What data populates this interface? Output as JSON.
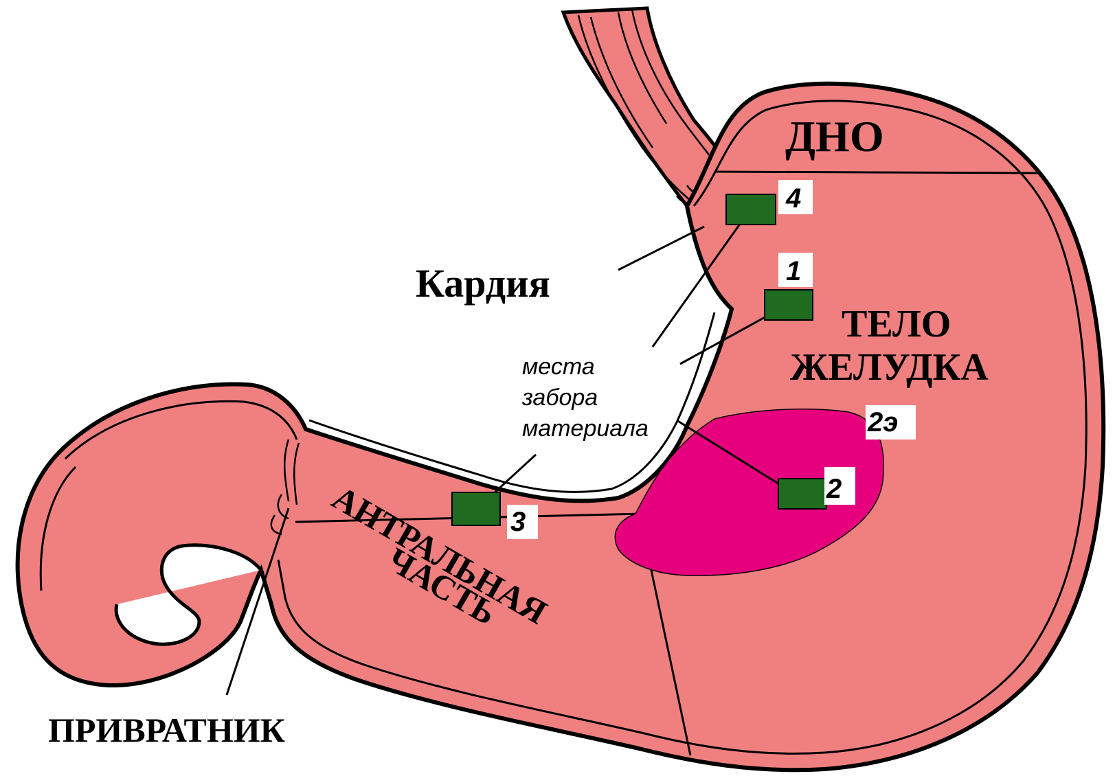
{
  "labels": {
    "fundus": "ДНО",
    "cardia": "Кардия",
    "body_line1": "ТЕЛО",
    "body_line2": "ЖЕЛУДКА",
    "antrum_line1": "АНТРАЛЬНАЯ",
    "antrum_line2": "ЧАСТЬ",
    "pylorus": "ПРИВРАТНИК"
  },
  "note": {
    "line1": "места",
    "line2": "забора",
    "line3": "материала"
  },
  "sites": {
    "s1": "1",
    "s2": "2",
    "s2e": "2э",
    "s3": "3",
    "s4": "4"
  },
  "colors": {
    "stomach_fill": "#f08080",
    "lesion_fill": "#e6007e",
    "site_fill": "#1f6b1f",
    "outline": "#000000"
  }
}
